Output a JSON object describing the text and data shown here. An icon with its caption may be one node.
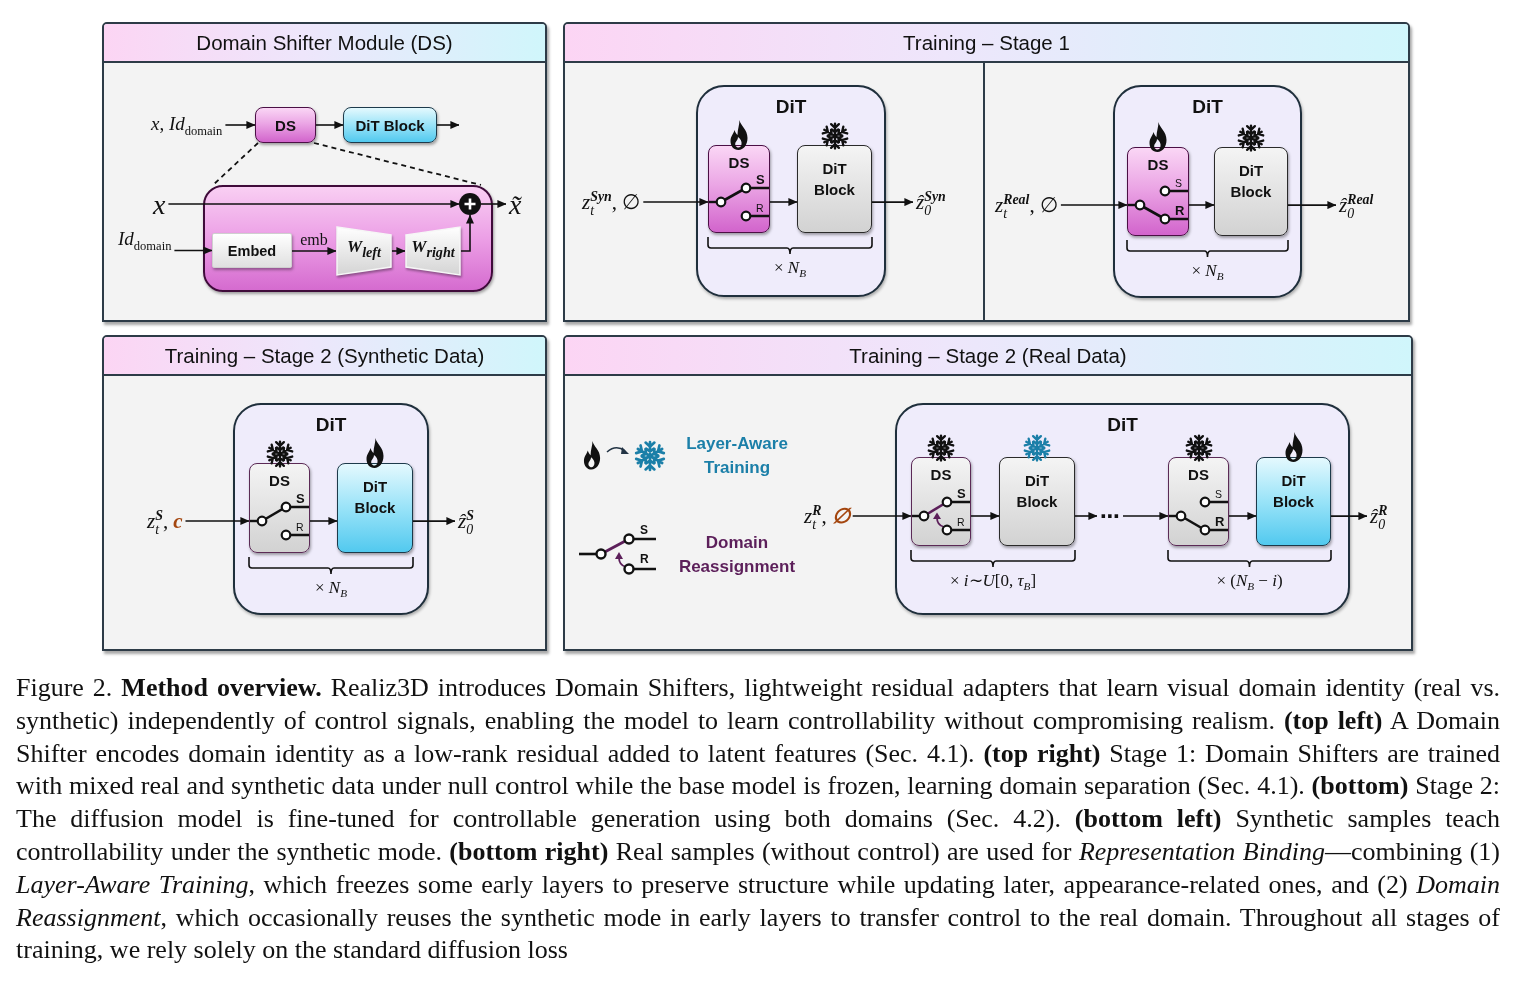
{
  "diagram": {
    "caption": "Figure 2. **Method overview.** Realiz3D introduces Domain Shifters, lightweight residual adapters that learn visual domain identity (real vs. synthetic) independently of control signals, enabling the model to learn controllability without compromising realism. **(top left)** A Domain Shifter encodes domain identity as a low-rank residual added to latent features (Sec. 4.1). **(top right)** Stage 1: Domain Shifters are trained with mixed real and synthetic data under null control while the base model is frozen, learning domain separation (Sec. 4.1). **(bottom)** Stage 2: The diffusion model is fine-tuned for controllable generation using both domains (Sec. 4.2). **(bottom left)** Synthetic samples teach controllability under the synthetic mode. **(bottom right)** Real samples (without control) are used for *Representation Binding*—combining (1) *Layer-Aware Training*, which freezes some early layers to preserve structure while updating later, appearance-related ones, and (2) *Domain Reassignment*, which occasionally reuses the synthetic mode in early layers to transfer control to the real domain. Throughout all stages of training, we rely solely on the standard diffusion loss",
    "nodes": [
      {
        "text": [
          "Domain Shifter Module (DS)"
        ]
      },
      {
        "text": [
          "*x*, *Id*$_{domain}$"
        ],
        "in": 0
      },
      {
        "text": [
          "DS"
        ],
        "in": 0
      },
      {
        "text": [
          "DiT Block"
        ],
        "in": 0
      },
      {
        "text": [],
        "shape": "box",
        "in": 0
      },
      {
        "text": [
          "x"
        ],
        "in": 0
      },
      {
        "text": [
          "*Id*$_{domain}$"
        ],
        "in": 0
      },
      {
        "text": [
          "Embed"
        ],
        "in": 4
      },
      {
        "text": [
          "W$_{left}$"
        ],
        "in": 4
      },
      {
        "text": [
          "W$_{right}$"
        ],
        "in": 4
      },
      {
        "text": [],
        "shape": "circle",
        "in": 4
      },
      {
        "text": [
          "x̃"
        ],
        "in": 0
      },
      {
        "text": [
          "Training – Stage 1"
        ]
      },
      {
        "text": [
          "*z*$_{t}$$^{Syn}$, ∅"
        ],
        "in": 12
      },
      {
        "text": [
          "DiT",
          "× *N*$_{B}$"
        ],
        "in": 12
      },
      {
        "text": [
          "DS",
          "S",
          "R"
        ],
        "in": 14
      },
      {
        "text": [
          "DiT Block"
        ],
        "in": 14
      },
      {
        "text": [
          "*ẑ*$_{0}$$^{Syn}$"
        ],
        "in": 12
      },
      {
        "text": [
          "*z*$_{t}$$^{Real}$, ∅"
        ],
        "in": 12
      },
      {
        "text": [
          "DiT",
          "× *N*$_{B}$"
        ],
        "in": 12
      },
      {
        "text": [
          "DS",
          "S",
          "R"
        ],
        "in": 19
      },
      {
        "text": [
          "DiT Block"
        ],
        "in": 19
      },
      {
        "text": [
          "*ẑ*$_{0}$$^{Real}$"
        ],
        "in": 12
      },
      {
        "text": [
          "Training – Stage 2 (Synthetic Data)"
        ]
      },
      {
        "text": [
          "*z*$_{t}$$^{S}$,",
          "c"
        ],
        "in": 23
      },
      {
        "text": [
          "DiT",
          "× *N*$_{B}$"
        ],
        "in": 23
      },
      {
        "text": [
          "DS",
          "S",
          "R"
        ],
        "in": 25
      },
      {
        "text": [
          "DiT Block"
        ],
        "in": 25
      },
      {
        "text": [
          "*ẑ*$_{0}$$^{S}$"
        ],
        "in": 23
      },
      {
        "text": [
          "Training – Stage 2 (Real Data)"
        ]
      },
      {
        "text": [
          "*z*$_{t}$$^{R}$,",
          "∅"
        ],
        "in": 29
      },
      {
        "text": [
          "DiT",
          "× *i*∼*U*[0, *τ*$_{B}$]",
          "× (*N*$_{B}$ − *i*)"
        ],
        "in": 29
      },
      {
        "text": [
          "DS",
          "S",
          "R"
        ],
        "in": 31
      },
      {
        "text": [
          "DiT Block"
        ],
        "in": 31
      },
      {
        "text": [
          "⋯"
        ],
        "in": 31
      },
      {
        "text": [
          "DS",
          "S",
          "R"
        ],
        "in": 31
      },
      {
        "text": [
          "DiT Block"
        ],
        "in": 31
      },
      {
        "text": [
          "*ẑ*$_{0}$$^{R}$"
        ],
        "in": 29
      }
    ],
    "edges": [
      {
        "from": 1,
        "to": 2,
        "arrow": "to"
      },
      {
        "from": 2,
        "to": 3,
        "arrow": "to"
      },
      {
        "from": 3,
        "to": null,
        "arrow": "to"
      },
      {
        "from": 2,
        "to": 4,
        "arrow": "none",
        "style": "dashed"
      },
      {
        "from": 2,
        "to": 4,
        "arrow": "none",
        "style": "dashed"
      },
      {
        "from": 5,
        "to": 10,
        "arrow": "to"
      },
      {
        "from": 10,
        "to": 11,
        "arrow": "to"
      },
      {
        "from": 6,
        "to": 7,
        "arrow": "to"
      },
      {
        "from": 7,
        "to": 8,
        "arrow": "to",
        "label": "emb"
      },
      {
        "from": 8,
        "to": 9,
        "arrow": "to"
      },
      {
        "from": 9,
        "to": 10,
        "arrow": "to"
      },
      {
        "from": 13,
        "to": 15,
        "arrow": "to"
      },
      {
        "from": 15,
        "to": 16,
        "arrow": "to"
      },
      {
        "from": 16,
        "to": 17,
        "arrow": "to"
      },
      {
        "from": 18,
        "to": 20,
        "arrow": "to"
      },
      {
        "from": 20,
        "to": 21,
        "arrow": "to"
      },
      {
        "from": 21,
        "to": 22,
        "arrow": "to"
      },
      {
        "from": 24,
        "to": 26,
        "arrow": "to"
      },
      {
        "from": 26,
        "to": 27,
        "arrow": "to"
      },
      {
        "from": 27,
        "to": 28,
        "arrow": "to"
      },
      {
        "from": 30,
        "to": 32,
        "arrow": "to"
      },
      {
        "from": 32,
        "to": 33,
        "arrow": "to"
      },
      {
        "from": 33,
        "to": 34,
        "arrow": "to"
      },
      {
        "from": 34,
        "to": 35,
        "arrow": "to"
      },
      {
        "from": 35,
        "to": 36,
        "arrow": "to"
      },
      {
        "from": 36,
        "to": 37,
        "arrow": "to"
      }
    ],
    "labels": [
      "S",
      "R"
    ],
    "legend": [
      {
        "text": "Layer-Aware Training"
      },
      {
        "text": "Domain Reassignment"
      }
    ]
  }
}
